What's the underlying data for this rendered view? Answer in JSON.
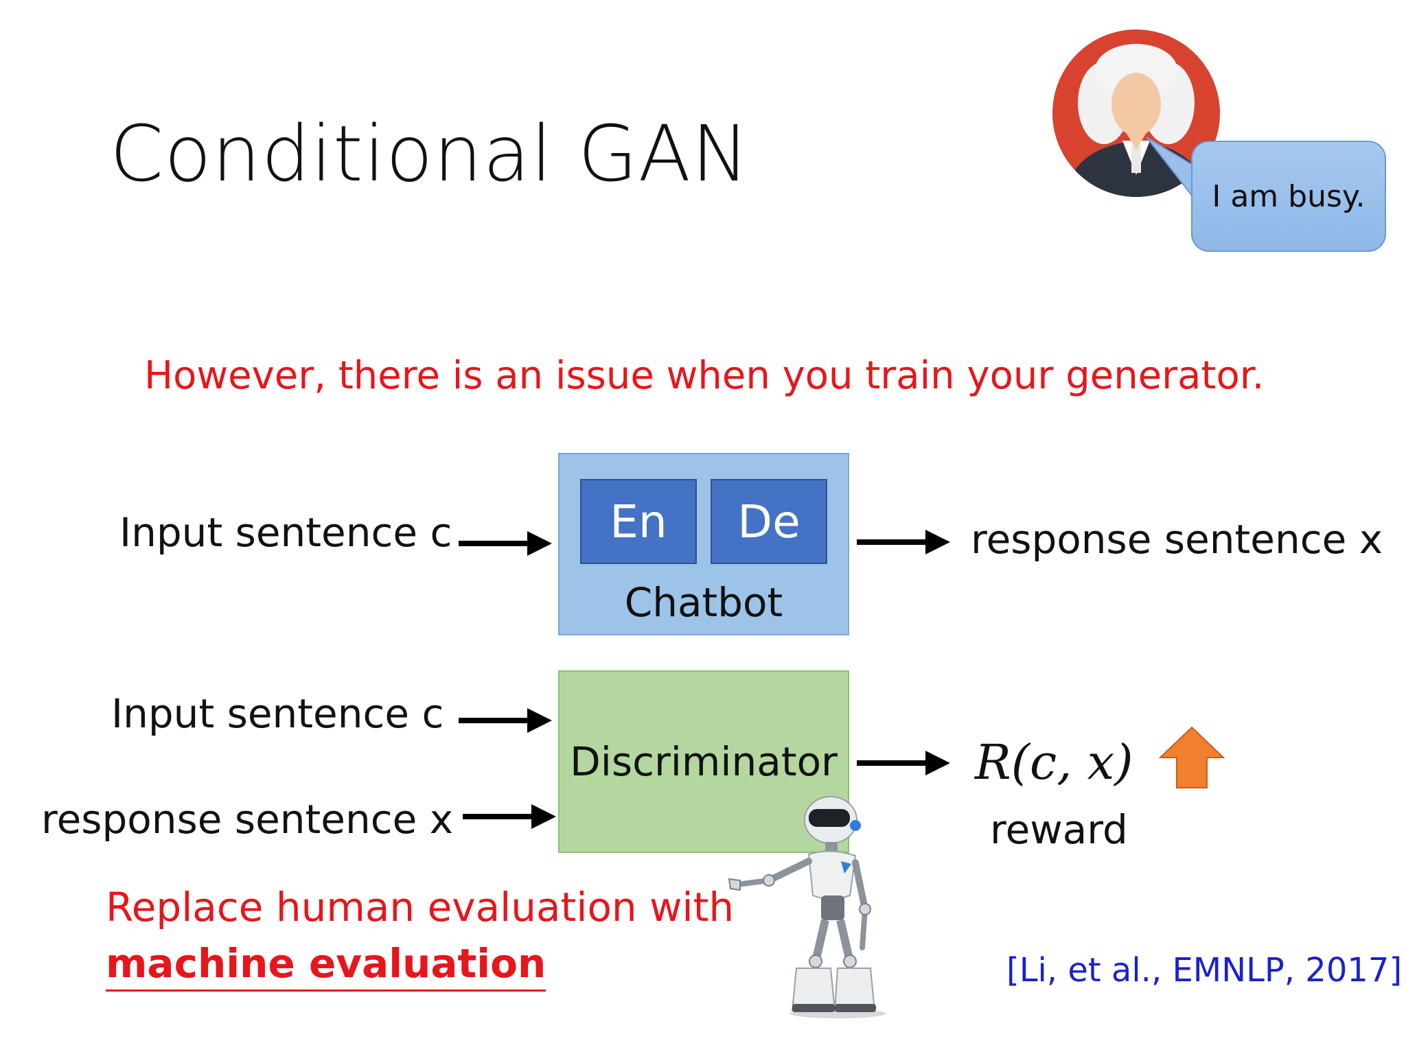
{
  "slide": {
    "title": "Conditional GAN",
    "speech_bubble": "I am busy.",
    "issue_text": "However, there is an issue when you train your generator.",
    "chatbot": {
      "input_label": "Input sentence c",
      "encoder_label": "En",
      "decoder_label": "De",
      "box_label": "Chatbot",
      "output_label": "response sentence x"
    },
    "discriminator": {
      "input_label": "Input sentence c",
      "response_label": "response sentence x",
      "box_label": "Discriminator",
      "output_formula": "R(c, x)",
      "output_label": "reward"
    },
    "replace_line1": "Replace human evaluation with",
    "replace_line2": "machine evaluation",
    "citation": "[Li, et al., EMNLP, 2017]"
  },
  "colors": {
    "emphasis_red": "#e8151b",
    "chatbot_box": "#9dc3e8",
    "encoder_decoder": "#4472c4",
    "discriminator_box": "#b4d7a0",
    "reward_up_arrow": "#f08030",
    "citation_blue": "#1a22cc"
  },
  "icons": [
    "judge-avatar-icon",
    "robot-illustration-icon",
    "up-arrow-icon"
  ]
}
